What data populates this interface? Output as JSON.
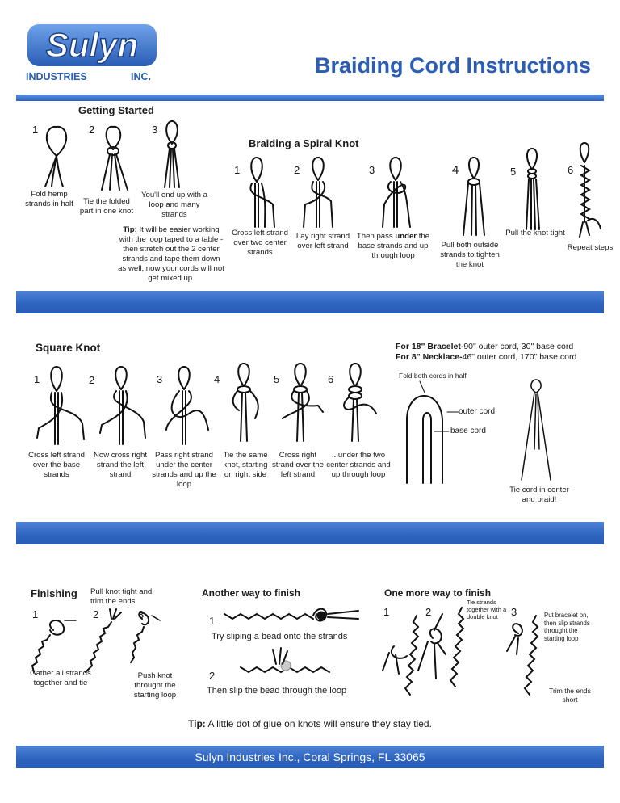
{
  "logo": {
    "name": "Sulyn",
    "line2_left": "INDUSTRIES",
    "line2_right": "INC."
  },
  "title": "Braiding Cord Instructions",
  "getting_started": {
    "heading": "Getting Started",
    "steps": [
      {
        "n": "1",
        "text": "Fold hemp strands in half"
      },
      {
        "n": "2",
        "text": "Tie the folded part in one knot"
      },
      {
        "n": "3",
        "text": "You'll end up with a loop and many strands"
      }
    ],
    "tip_label": "Tip:",
    "tip_text": "It will be easier working with the loop taped to a table - then stretch out the 2 center strands and tape them down as well, now your cords will not get mixed up."
  },
  "spiral": {
    "heading": "Braiding a Spiral Knot",
    "steps": [
      {
        "n": "1",
        "text": "Cross left strand over two center strands"
      },
      {
        "n": "2",
        "text": "Lay right strand over left strand"
      },
      {
        "n": "3",
        "text_a": "Then pass ",
        "text_b": "under",
        "text_c": " the base strands and up through loop"
      },
      {
        "n": "4",
        "text": "Pull both outside strands to tighten the knot"
      },
      {
        "n": "5",
        "text": "Pull the knot tight"
      },
      {
        "n": "6",
        "text": "Repeat steps"
      }
    ]
  },
  "square": {
    "heading": "Square Knot",
    "steps": [
      {
        "n": "1",
        "text": "Cross left strand over the base strands"
      },
      {
        "n": "2",
        "text": "Now cross right strand the left strand"
      },
      {
        "n": "3",
        "text": "Pass right strand under the center strands and up the loop"
      },
      {
        "n": "4",
        "text": "Tie the same knot, starting on right side"
      },
      {
        "n": "5",
        "text": "Cross right strand over the left strand"
      },
      {
        "n": "6",
        "text": "...under the two center strands and up through loop"
      }
    ]
  },
  "sizes": {
    "bracelet_bold": "For 18\" Bracelet-",
    "bracelet_rest": "90\" outer cord, 30\" base cord",
    "necklace_bold": "For 8\" Necklace-",
    "necklace_rest": "46\" outer cord, 170\" base cord",
    "fold_label": "Fold both cords in half",
    "outer_label": "outer cord",
    "base_label": "base cord",
    "tie_label": "Tie cord in center and braid!"
  },
  "finishing": {
    "heading": "Finishing",
    "step2_note": "Pull knot tight and trim the ends",
    "steps": [
      {
        "n": "1",
        "text": "Gather all strands together and tie"
      },
      {
        "n": "2",
        "text": ""
      },
      {
        "n": "3",
        "text": "Push knot throught the starting loop"
      }
    ]
  },
  "another": {
    "heading": "Another way to finish",
    "steps": [
      {
        "n": "1",
        "text": "Try sliping a bead onto the strands"
      },
      {
        "n": "2",
        "text": "Then slip the bead through the loop"
      }
    ]
  },
  "one_more": {
    "heading": "One more way to finish",
    "steps": [
      {
        "n": "1",
        "text": ""
      },
      {
        "n": "2",
        "text": "Tie strands together with a double knot"
      },
      {
        "n": "3",
        "text": "Put bracelet on, then slip strands throught the starting loop"
      }
    ],
    "trim": "Trim the ends short"
  },
  "bottom_tip_label": "Tip:",
  "bottom_tip_text": " A little dot of glue on knots will ensure they stay tied.",
  "footer": "Sulyn Industries Inc., Coral Springs, FL 33065",
  "colors": {
    "brand_blue": "#2a5db4",
    "bar_blue": "#2d63bf"
  }
}
